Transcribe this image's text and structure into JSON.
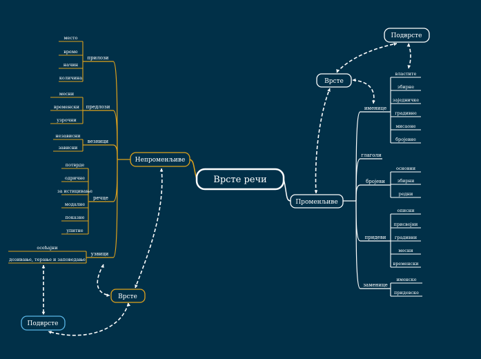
{
  "central": "Врсте речи",
  "left": {
    "title": "Непроменљиве",
    "variants": "Врсте",
    "subvariants": "Подврсте",
    "groups": [
      {
        "label": "прилози",
        "items": [
          "место",
          "време",
          "начин",
          "количина"
        ]
      },
      {
        "label": "предлози",
        "items": [
          "месни",
          "временски",
          "узрочни"
        ]
      },
      {
        "label": "везници",
        "items": [
          "независни",
          "зависни"
        ]
      },
      {
        "label": "речце",
        "items": [
          "потврде",
          "одричне",
          "за истицивање",
          "модалне",
          "показне",
          "упитне"
        ]
      },
      {
        "label": "узвици",
        "items": [
          "осећајни",
          "дозивање, терање и заповедање"
        ]
      }
    ]
  },
  "right": {
    "title": "Променљиве",
    "variants": "Врсте",
    "subvariants": "Подврсте",
    "groups": [
      {
        "label": "именице",
        "items": [
          "властите",
          "збирне",
          "заједничке",
          "градивне",
          "мисаоне",
          "бројевне"
        ]
      },
      {
        "label": "глаголи",
        "items": []
      },
      {
        "label": "бројеви",
        "items": [
          "основни",
          "збирни",
          "редни"
        ]
      },
      {
        "label": "придеви",
        "items": [
          "описни",
          "присвојни",
          "градивни",
          "месни",
          "временски"
        ]
      },
      {
        "label": "заменице",
        "items": [
          "именске",
          "придевске"
        ]
      }
    ]
  },
  "colors": {
    "background": "#013048",
    "left_branch": "#e0a21c",
    "right_branch": "#ffffff",
    "subvariant_left": "#5ab6e6"
  }
}
